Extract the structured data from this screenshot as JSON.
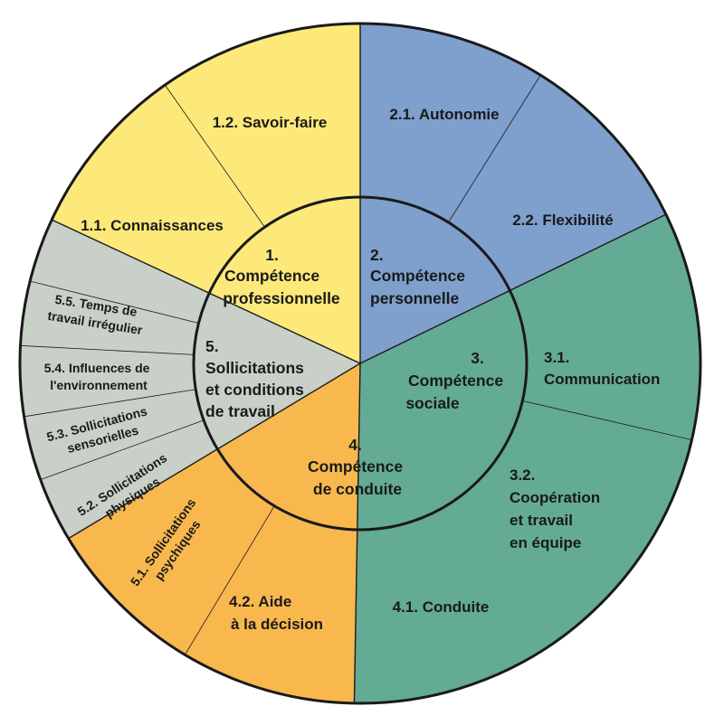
{
  "colors": {
    "yellow": "#fde97a",
    "blue": "#7f9fcd",
    "green": "#63ab95",
    "orange": "#f8b84e",
    "grey": "#c9d0c8",
    "stroke": "#1a1a1a"
  },
  "categories": [
    {
      "id": "cat-1",
      "color": "#fde97a",
      "lines": [
        "1.",
        "Compétence",
        "professionnelle"
      ]
    },
    {
      "id": "cat-2",
      "color": "#7f9fcd",
      "lines": [
        "2.",
        "Compétence",
        "personnelle"
      ]
    },
    {
      "id": "cat-3",
      "color": "#63ab95",
      "lines": [
        "3.",
        "Compétence",
        "sociale"
      ]
    },
    {
      "id": "cat-4",
      "color": "#f8b84e",
      "lines": [
        "4.",
        "Compétence",
        "de conduite"
      ]
    },
    {
      "id": "cat-5",
      "color": "#c9d0c8",
      "lines": [
        "5.",
        "Sollicitations",
        "et conditions",
        "de travail"
      ]
    }
  ],
  "subcategories": [
    {
      "id": "sub-1-1",
      "lines": [
        "1.1. Connaissances"
      ]
    },
    {
      "id": "sub-1-2",
      "lines": [
        "1.2. Savoir-faire"
      ]
    },
    {
      "id": "sub-2-1",
      "lines": [
        "2.1. Autonomie"
      ]
    },
    {
      "id": "sub-2-2",
      "lines": [
        "2.2. Flexibilité"
      ]
    },
    {
      "id": "sub-3-1",
      "lines": [
        "3.1.",
        "Communication"
      ]
    },
    {
      "id": "sub-3-2",
      "lines": [
        "3.2.",
        "Coopération",
        "et travail",
        "en équipe"
      ]
    },
    {
      "id": "sub-4-1",
      "lines": [
        "4.1. Conduite"
      ]
    },
    {
      "id": "sub-4-2",
      "lines": [
        "4.2. Aide",
        "à la décision"
      ]
    },
    {
      "id": "sub-5-1",
      "lines": [
        "5.1. Sollicitations",
        "psychiques"
      ]
    },
    {
      "id": "sub-5-2",
      "lines": [
        "5.2. Sollicitations",
        "physiques"
      ]
    },
    {
      "id": "sub-5-3",
      "lines": [
        "5.3. Sollicitations",
        "sensorielles"
      ]
    },
    {
      "id": "sub-5-4",
      "lines": [
        "5.4. Influences de",
        "l'environnement"
      ]
    },
    {
      "id": "sub-5-5",
      "lines": [
        "5.5. Temps de",
        "travail irrégulier"
      ]
    }
  ]
}
